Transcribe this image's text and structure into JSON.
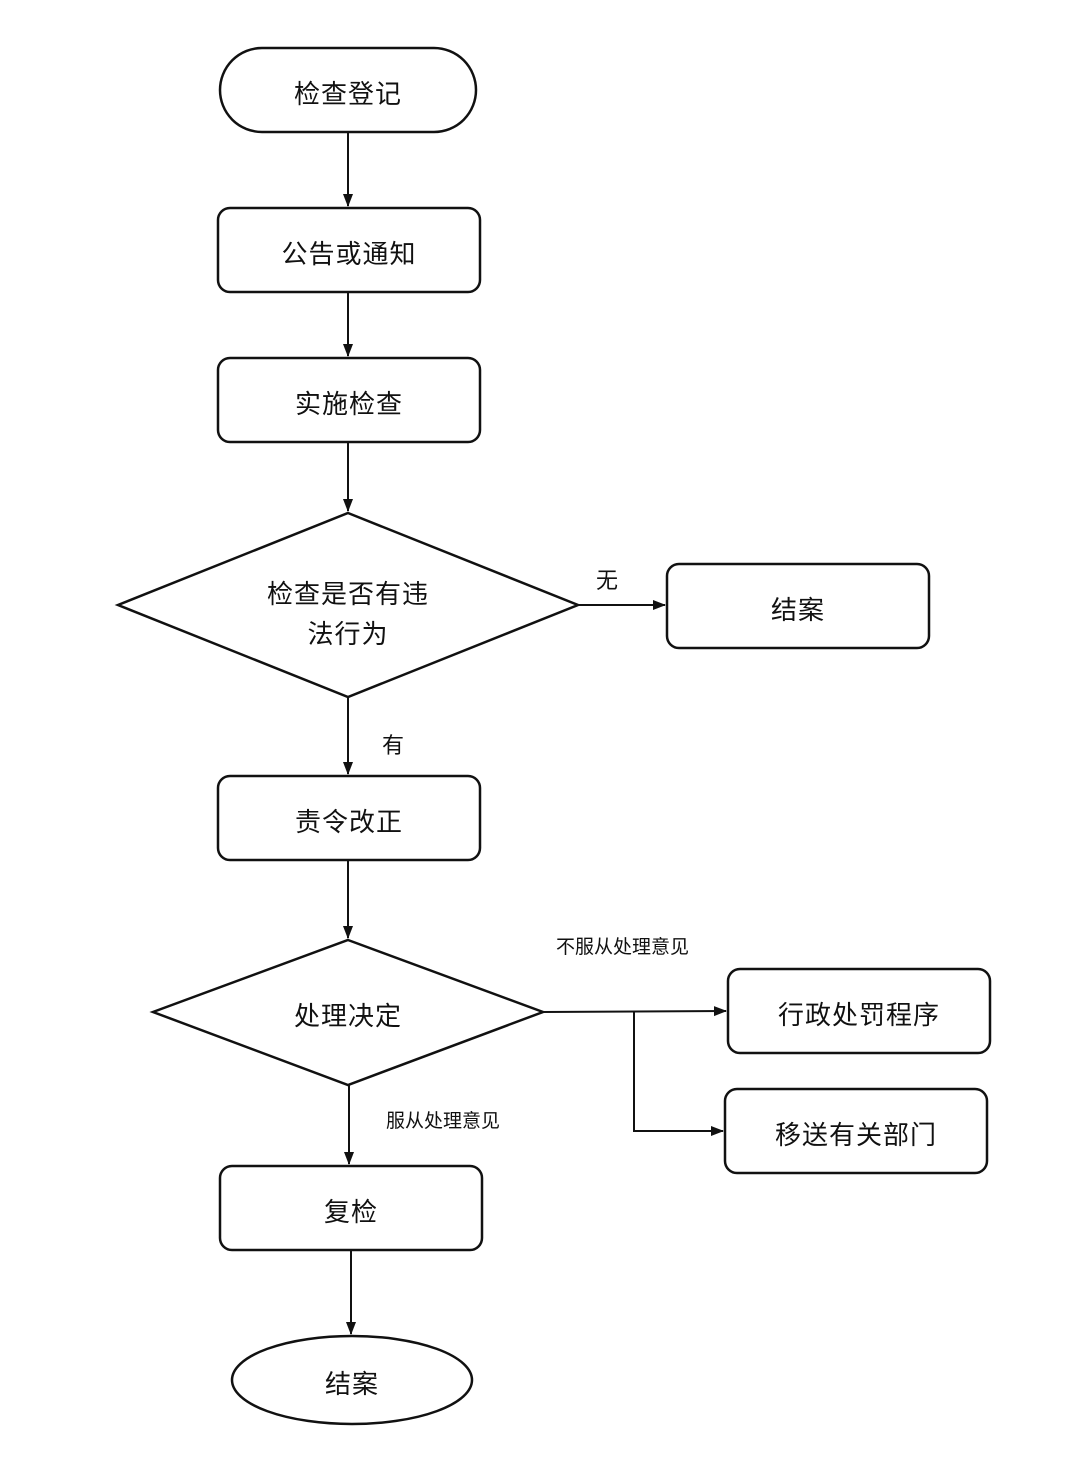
{
  "nodes": {
    "start": "检查登记",
    "notice": "公告或通知",
    "inspect": "实施检查",
    "decision_violation": [
      "检查是否有违",
      "法行为"
    ],
    "close_case_right": "结案",
    "order_correction": "责令改正",
    "decision_handling": "处理决定",
    "admin_penalty": "行政处罚程序",
    "transfer_department": "移送有关部门",
    "recheck": "复检",
    "end": "结案"
  },
  "edges": {
    "no_violation": "无",
    "has_violation": "有",
    "not_comply": "不服从处理意见",
    "comply": "服从处理意见"
  }
}
